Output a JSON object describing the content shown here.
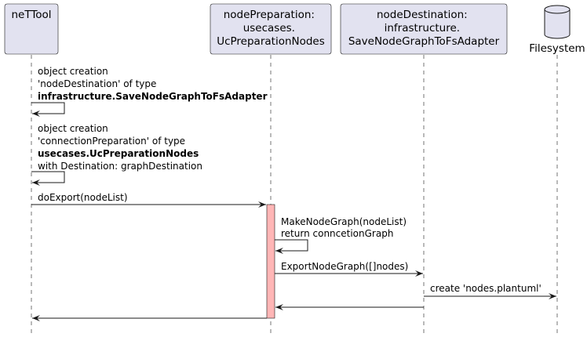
{
  "participants": {
    "netool": {
      "lines": [
        "neTTool"
      ]
    },
    "node_preparation": {
      "lines": [
        "nodePreparation:",
        "usecases.",
        "UcPreparationNodes"
      ]
    },
    "node_destination": {
      "lines": [
        "nodeDestination:",
        "infrastructure.",
        "SaveNodeGraphToFsAdapter"
      ]
    },
    "filesystem": {
      "lines": [
        "Filesystem"
      ]
    }
  },
  "messages": {
    "m1": {
      "lines": [
        "object creation",
        "'nodeDestination' of type",
        "infrastructure.SaveNodeGraphToFsAdapter"
      ],
      "bold_line": 2
    },
    "m2": {
      "lines": [
        "object creation",
        "'connectionPreparation' of type",
        "usecases.UcPreparationNodes",
        "with Destination: graphDestination"
      ],
      "bold_line": 2
    },
    "m3": {
      "lines": [
        "doExport(nodeList)"
      ]
    },
    "m4": {
      "lines": [
        "MakeNodeGraph(nodeList)",
        "return conncetionGraph"
      ]
    },
    "m5": {
      "lines": [
        "ExportNodeGraph([]nodes)"
      ]
    },
    "m6": {
      "lines": [
        "create 'nodes.plantuml'"
      ]
    },
    "m7": {
      "lines": []
    },
    "m8": {
      "lines": []
    }
  },
  "colors": {
    "participant_fill": "#E2E2F0",
    "activation_fill": "#FFB6B6",
    "line": "#181818"
  }
}
